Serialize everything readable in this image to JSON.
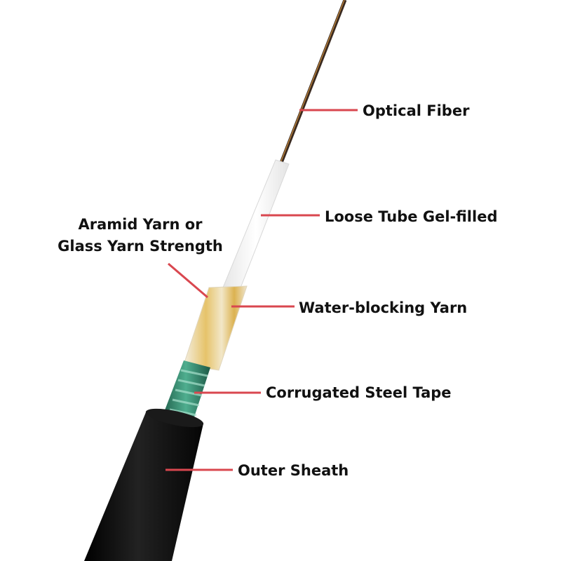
{
  "diagram": {
    "subject": "Armored loose tube optical fiber cable cross-layer illustration",
    "leader_color": "#d9474f",
    "colors": {
      "fiber": "#3a2a20",
      "loose_tube": "#f2f2f2",
      "yarn": "#e3c26a",
      "steel_tape": "#2f8a6e",
      "sheath": "#0d0d0d"
    },
    "labels": [
      {
        "id": "optical-fiber",
        "text": "Optical Fiber"
      },
      {
        "id": "loose-tube",
        "text": "Loose Tube Gel-filled"
      },
      {
        "id": "aramid-line1",
        "text": "Aramid Yarn or"
      },
      {
        "id": "aramid-line2",
        "text": "Glass Yarn Strength"
      },
      {
        "id": "water-blocking",
        "text": "Water-blocking Yarn"
      },
      {
        "id": "steel-tape",
        "text": "Corrugated Steel Tape"
      },
      {
        "id": "outer-sheath",
        "text": "Outer Sheath"
      }
    ]
  }
}
